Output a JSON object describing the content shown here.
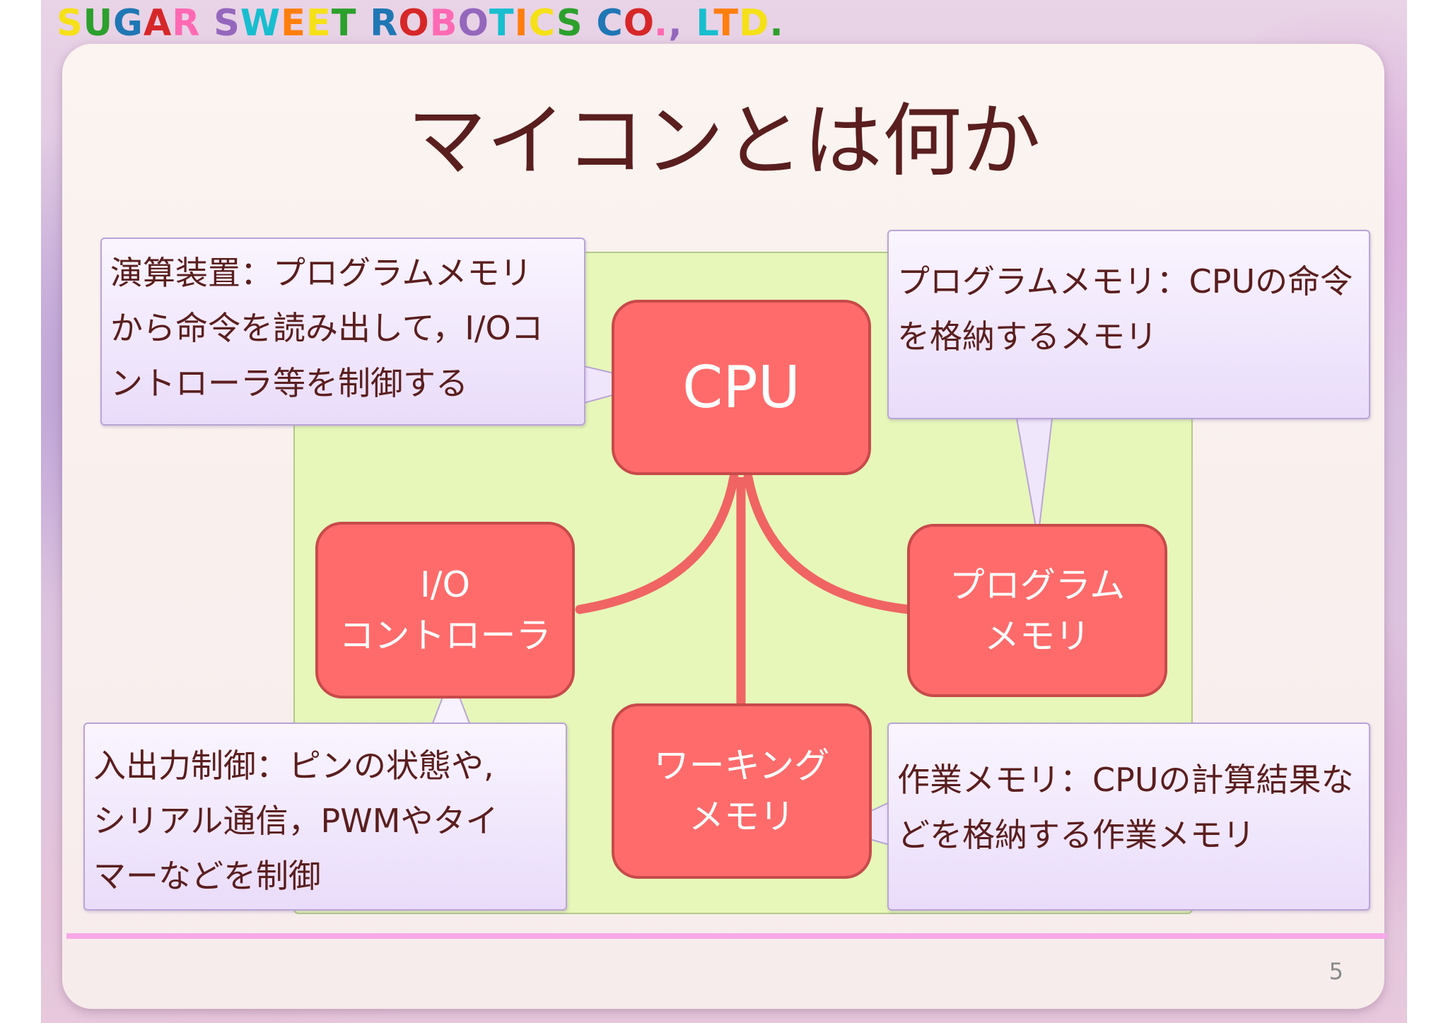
{
  "header": {
    "logo_text": "SUGAR SWEET ROBOTICS CO., LTD.",
    "logo_colors": [
      "#f6e017",
      "#2ca02c",
      "#1f77b4",
      "#d62728",
      "#ff69b4",
      "#9467bd",
      "#17becf",
      "#ff7f0e"
    ]
  },
  "slide": {
    "title": "マイコンとは何か",
    "page_number": "5"
  },
  "diagram": {
    "nodes": {
      "cpu": {
        "line1": "CPU"
      },
      "io": {
        "line1": "I/O",
        "line2": "コントローラ"
      },
      "program_memory": {
        "line1": "プログラム",
        "line2": "メモリ"
      },
      "working_memory": {
        "line1": "ワーキング",
        "line2": "メモリ"
      }
    },
    "callouts": {
      "cpu": [
        "演算装置：プログラムメモリ",
        "から命令を読み出して，I/Oコ",
        "ントローラ等を制御する"
      ],
      "program_memory": [
        "プログラムメモリ：CPUの命令",
        "を格納するメモリ"
      ],
      "io": [
        "入出力制御：ピンの状態や,",
        "シリアル通信，PWMやタイ",
        "マーなどを制御"
      ],
      "working_memory": [
        "作業メモリ：CPUの計算結果な",
        "どを格納する作業メモリ"
      ]
    },
    "colors": {
      "node_fill": "#ff6b6b",
      "node_border": "#c84a4a",
      "connector": "#f06464",
      "panel": "#e6f7b9",
      "callout_border": "#b9a4d6",
      "text": "#5a1e1e"
    }
  }
}
